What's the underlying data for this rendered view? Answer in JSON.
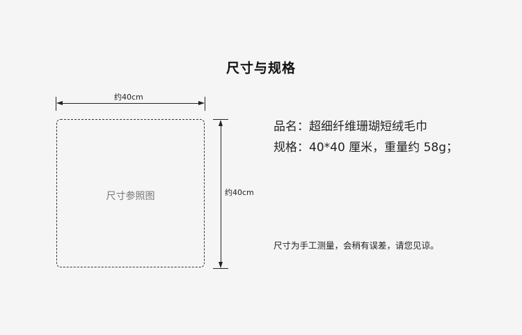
{
  "title": "尺寸与规格",
  "width_label": "约40cm",
  "height_label": "约40cm",
  "reference_label": "尺寸参照图",
  "specs": {
    "name_key": "品名：",
    "name_value": "超细纤维珊瑚短绒毛巾",
    "spec_key": "规格：",
    "spec_value": "40*40 厘米，重量约 58g；"
  },
  "note": "尺寸为手工测量，会稍有误差，请您见谅。"
}
